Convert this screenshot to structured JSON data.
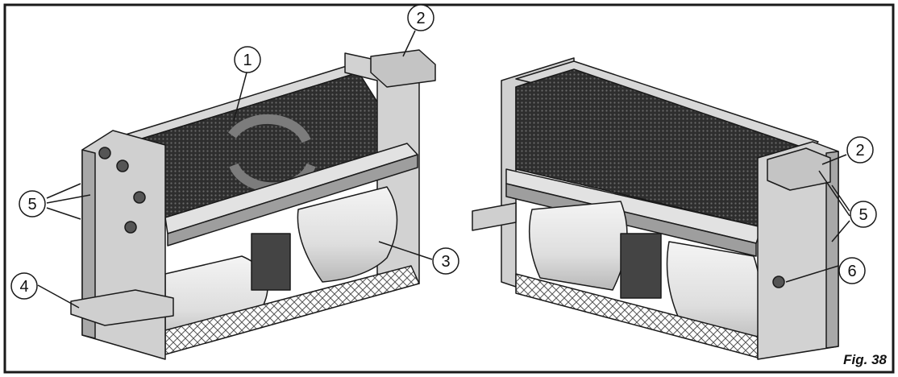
{
  "figure": {
    "label": "Fig. 38",
    "callouts": [
      "1",
      "2",
      "3",
      "4",
      "5",
      "2",
      "5",
      "6"
    ]
  },
  "colors": {
    "frame": "#1a1a1a",
    "panel": "#d6d6d6",
    "panel_dark": "#9a9a9a",
    "filter": "#2a2a2a",
    "drum": "#ececec",
    "arrow": "#7c7c7c"
  }
}
